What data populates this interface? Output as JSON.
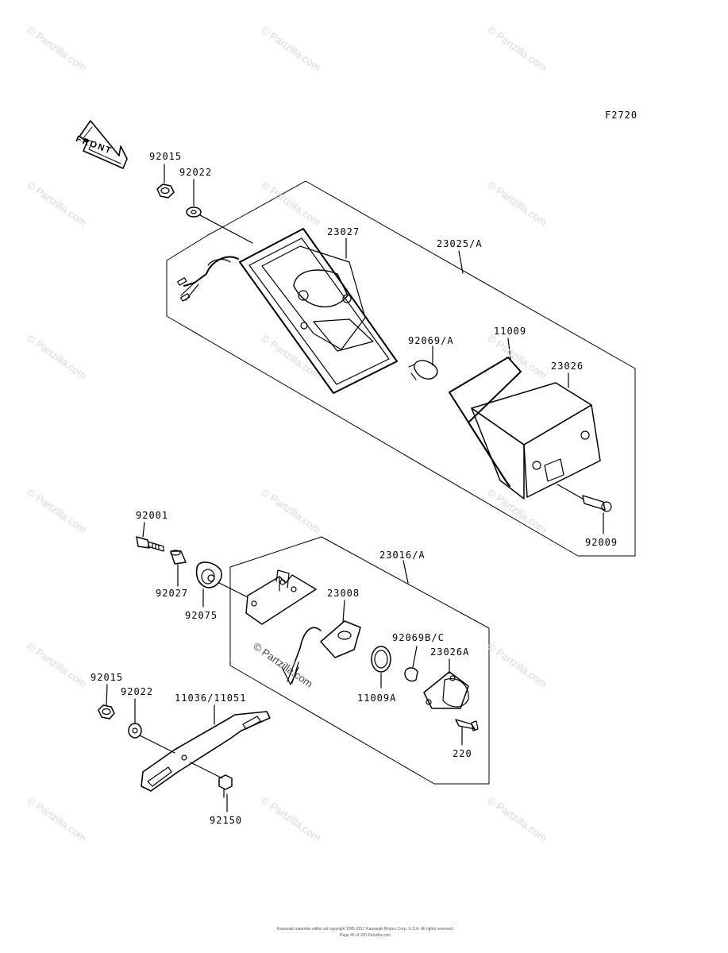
{
  "figure_code": "F2720",
  "front_label": "FRONT",
  "watermark_text": "© Partzilla.com",
  "footer": {
    "line1": "Kawasaki materials within ad copyright 1995-2017 Kawasaki Motors Corp. U.S.A. All rights reserved.",
    "line2": "Page 45 of 100 Partzilla.com"
  },
  "parts": {
    "p92015_top": "92015",
    "p92022_top": "92022",
    "p23027": "23027",
    "p23025A": "23025/A",
    "p92069A": "92069/A",
    "p11009": "11009",
    "p23026": "23026",
    "p92009": "92009",
    "p92001": "92001",
    "p92027": "92027",
    "p92075": "92075",
    "p23016A": "23016/A",
    "p23008": "23008",
    "p92069BC": "92069B/C",
    "p23026A": "23026A",
    "p11009A": "11009A",
    "p220": "220",
    "p92015_bot": "92015",
    "p92022_bot": "92022",
    "p11036_11051": "11036/11051",
    "p92150": "92150"
  }
}
